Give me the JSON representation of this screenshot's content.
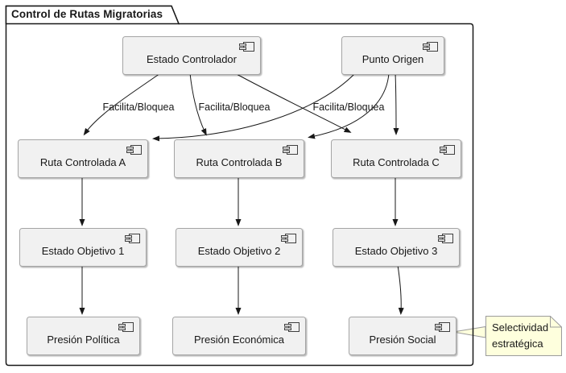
{
  "frame": {
    "title": "Control de Rutas Migratorias"
  },
  "components": {
    "estado_controlador": "Estado Controlador",
    "punto_origen": "Punto Origen",
    "ruta_a": "Ruta Controlada A",
    "ruta_b": "Ruta Controlada B",
    "ruta_c": "Ruta Controlada C",
    "objetivo_1": "Estado Objetivo 1",
    "objetivo_2": "Estado Objetivo 2",
    "objetivo_3": "Estado Objetivo 3",
    "presion_politica": "Presión Política",
    "presion_economica": "Presión Económica",
    "presion_social": "Presión Social"
  },
  "edges": {
    "labels": [
      "Facilita/Bloquea",
      "Facilita/Bloquea",
      "Facilita/Bloquea"
    ]
  },
  "note": {
    "text": "Selectividad\nestratégica"
  },
  "colors": {
    "line": "#181818",
    "component_fill": "#f1f1f1",
    "component_border": "#a5a5a5",
    "note_fill": "#feffdd",
    "note_border": "#9c9c9c"
  }
}
